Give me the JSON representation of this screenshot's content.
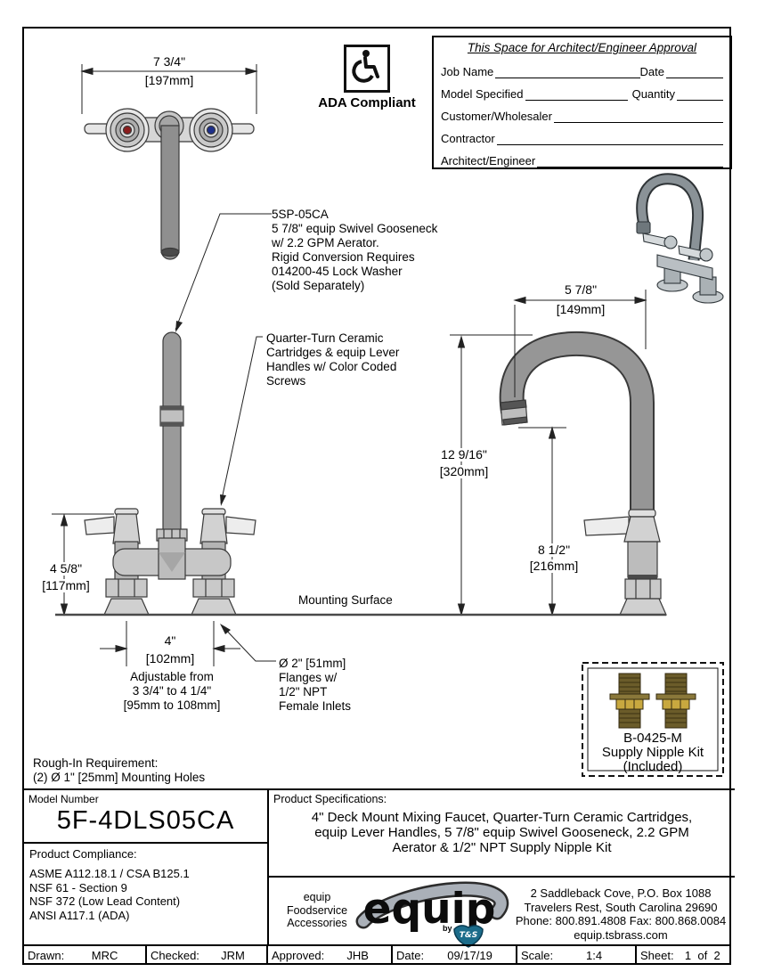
{
  "approval": {
    "title": "This Space for Architect/Engineer Approval",
    "job_name": "Job Name",
    "date": "Date",
    "model_specified": "Model Specified",
    "quantity": "Quantity",
    "customer": "Customer/Wholesaler",
    "contractor": "Contractor",
    "architect": "Architect/Engineer"
  },
  "ada": {
    "label": "ADA Compliant"
  },
  "drawing": {
    "dim_top_width_in": "7 3/4\"",
    "dim_top_width_mm": "[197mm]",
    "spout_note": "5SP-05CA\n5 7/8\" equip Swivel Gooseneck\nw/ 2.2 GPM Aerator.\nRigid Conversion Requires\n014200-45 Lock Washer\n(Sold Separately)",
    "cartridge_note": "Quarter-Turn Ceramic\nCartridges & equip Lever\nHandles w/ Color Coded\nScrews",
    "dim_reach_in": "5 7/8\"",
    "dim_reach_mm": "[149mm]",
    "dim_height_in": "12 9/16\"",
    "dim_height_mm": "[320mm]",
    "dim_outlet_in": "8 1/2\"",
    "dim_outlet_mm": "[216mm]",
    "dim_body_in": "4 5/8\"",
    "dim_body_mm": "[117mm]",
    "dim_centers_in": "4\"",
    "dim_centers_mm": "[102mm]",
    "adjustable_note": "Adjustable from\n3 3/4\" to 4 1/4\"\n[95mm to 108mm]",
    "flange_note": "Ø 2\" [51mm]\nFlanges w/\n1/2\" NPT\nFemale Inlets",
    "mounting_surface": "Mounting Surface",
    "rough_in": "Rough-In Requirement:\n(2) Ø 1\" [25mm] Mounting Holes"
  },
  "supply_kit": {
    "model": "B-0425-M",
    "name": "Supply Nipple Kit",
    "note": "(Included)"
  },
  "title_block": {
    "model_number_label": "Model Number",
    "model_number": "5F-4DLS05CA",
    "compliance_label": "Product Compliance:",
    "compliance": [
      "ASME A112.18.1 / CSA B125.1",
      "NSF 61 - Section 9",
      "NSF 372 (Low Lead Content)",
      "ANSI A117.1 (ADA)"
    ],
    "specs_label": "Product Specifications:",
    "specs": "4\" Deck Mount Mixing Faucet, Quarter-Turn Ceramic Cartridges,\nequip Lever Handles, 5 7/8\" equip Swivel Gooseneck, 2.2 GPM\nAerator & 1/2\" NPT Supply Nipple Kit",
    "brand_tagline": "equip\nFoodservice\nAccessories",
    "brand_logo": "equip",
    "brand_by": "by",
    "brand_shield": "T&S",
    "address": "2 Saddleback Cove, P.O. Box 1088\nTravelers Rest, South Carolina 29690\nPhone: 800.891.4808  Fax: 800.868.0084\nequip.tsbrass.com"
  },
  "footer": {
    "drawn_label": "Drawn:",
    "drawn": "MRC",
    "checked_label": "Checked:",
    "checked": "JRM",
    "approved_label": "Approved:",
    "approved": "JHB",
    "date_label": "Date:",
    "date": "09/17/19",
    "scale_label": "Scale:",
    "scale": "1:4",
    "sheet_label": "Sheet:",
    "sheet": "1  of  2"
  }
}
